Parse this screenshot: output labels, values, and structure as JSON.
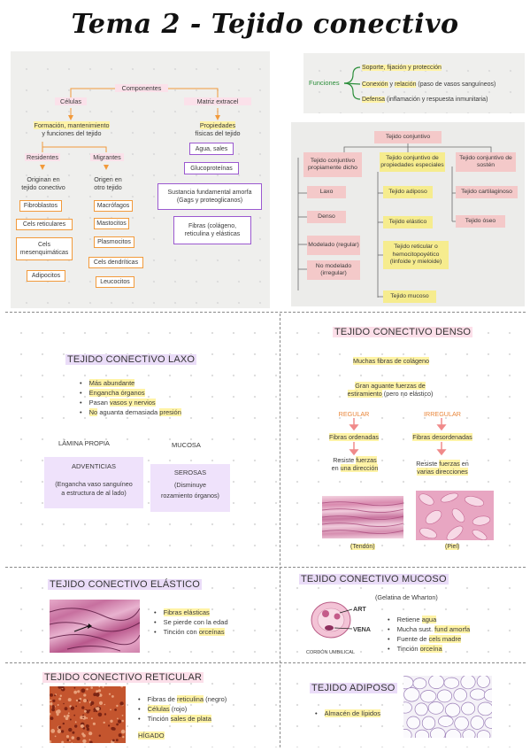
{
  "title": "Tema 2 - Tejido conectivo",
  "tree": {
    "componentes": "Componentes",
    "celulas": "Células",
    "matriz": "Matriz extracel",
    "formacion_1": "Formación, mantenimiento",
    "formacion_2": "y funciones del tejido",
    "propiedades_1": "Propiedades",
    "propiedades_2": "físicas del tejido",
    "residentes": "Residentes",
    "migrantes": "Migrantes",
    "residentes_origen_1": "Originan en",
    "residentes_origen_2": "tejido conectivo",
    "migrantes_origen_1": "Origen en",
    "migrantes_origen_2": "otro tejido",
    "fibroblastos": "Fibroblastos",
    "cels_reticulares": "Cels reticulares",
    "cels_mesenquimaticas_1": "Cels",
    "cels_mesenquimaticas_2": "mesenquimáticas",
    "adipocitos": "Adipocitos",
    "macrofagos": "Macrófagos",
    "mastocitos": "Mastocitos",
    "plasmocitos": "Plasmocitos",
    "cels_dendriticas": "Cels dendríticas",
    "leucocitos": "Leucocitos",
    "agua_sales": "Agua, sales",
    "glucoproteinas": "Glucoproteínas",
    "sustancia_1": "Sustancia fundamental amorfa",
    "sustancia_2": "(Gags y proteoglicanos)",
    "fibras_1": "Fibras (colágeno,",
    "fibras_2": "reticulina y elásticas"
  },
  "funciones": {
    "label": "Funciones",
    "items": [
      {
        "key": "Soporte",
        "rest": ", fijación y protección",
        "extra": ""
      },
      {
        "key": "Conexión",
        "rest": " y ",
        "key2": "relación",
        "extra": " (paso de vasos sanguíneos)"
      },
      {
        "key": "Defensa",
        "rest": " (inflamación y respuesta inmunitaria)",
        "extra": ""
      }
    ]
  },
  "clasificacion": {
    "root": "Tejido conjuntivo",
    "propio": "Tejido conjuntivo propiamente dicho",
    "especiales": "Tejido conjuntivo de propiedades especiales",
    "sosten": "Tejido conjuntivo de sostén",
    "laxo": "Laxo",
    "denso": "Denso",
    "modelado": "Modelado (regular)",
    "no_modelado": "No modelado (irregular)",
    "adiposo": "Tejido adiposo",
    "elastico": "Tejido elástico",
    "reticular": "Tejido reticular o hemocitopoyético (linfoide y mieloide)",
    "mucoso": "Tejido mucoso",
    "cartilaginoso": "Tejido cartilaginoso",
    "oseo": "Tejido óseo"
  },
  "laxo": {
    "title": "TEJIDO CONECTIVO LAXO",
    "bullets": [
      {
        "pre": "",
        "hl": "Más abundante",
        "post": ""
      },
      {
        "pre": "",
        "hl": "Engancha órganos",
        "post": ""
      },
      {
        "pre": "Pasan ",
        "hl": "vasos y nervios",
        "post": ""
      },
      {
        "pre": "",
        "hl": "No",
        "post": " aguanta demasiada ",
        "hl2": "presión"
      }
    ],
    "lamina": "LÁMINA PROPIA",
    "mucosa": "MUCOSA",
    "adventicias": "ADVENTICIAS",
    "adventicias_desc_1": "(Engancha vaso sanguíneo",
    "adventicias_desc_2": "a estructura de al lado)",
    "serosas": "SEROSAS",
    "serosas_desc_1": "(Disminuye",
    "serosas_desc_2": "rozamiento órganos)"
  },
  "denso": {
    "title": "TEJIDO CONECTIVO DENSO",
    "fibras": "Muchas fibras de colágeno",
    "aguante_1": "Gran aguante fuerzas de",
    "aguante_2": "estiramiento",
    "aguante_3": " (pero no elástico)",
    "regular": "REGULAR",
    "irregular": "IRREGULAR",
    "fibras_ordenadas": "Fibras ordenadas",
    "fibras_desordenadas": "Fibras desordenadas",
    "resiste_1a": "Resiste ",
    "resiste_1b": "fuerzas",
    "resiste_1c": "en ",
    "resiste_1d": "una dirección",
    "resiste_2a": "Resiste ",
    "resiste_2b": "fuerzas",
    "resiste_2c": " en",
    "resiste_2d": "varias direcciones",
    "tendon": "(Tendón)",
    "piel": "(Piel)"
  },
  "elastico": {
    "title": "TEJIDO CONECTIVO ELÁSTICO",
    "bullets": [
      {
        "pre": "",
        "hl": "Fibras elásticas",
        "post": ""
      },
      {
        "pre": "Se pierde con la edad",
        "hl": "",
        "post": ""
      },
      {
        "pre": "Tinción con ",
        "hl": "orceínas",
        "post": ""
      }
    ]
  },
  "mucoso": {
    "title": "TEJIDO CONECTIVO MUCOSO",
    "sub": "(Gelatina de Wharton)",
    "art": "ART",
    "vena": "VENA",
    "cordon": "CORDÓN UMBILICAL",
    "bullets": [
      {
        "pre": "Retiene ",
        "hl": "agua",
        "post": ""
      },
      {
        "pre": "Mucha sust. ",
        "hl": "fund amorfa",
        "post": ""
      },
      {
        "pre": "Fuente de ",
        "hl": "cels madre",
        "post": ""
      },
      {
        "pre": "Tinción ",
        "hl": "orceína",
        "post": ""
      }
    ]
  },
  "reticular": {
    "title": "TEJIDO CONECTIVO RETICULAR",
    "bullets": [
      {
        "pre": "Fibras de ",
        "hl": "reticulina",
        "post": " (negro)"
      },
      {
        "pre": "",
        "hl": "Células",
        "post": " (rojo)"
      },
      {
        "pre": "Tinción ",
        "hl": "sales de plata",
        "post": ""
      }
    ],
    "higado": "HÍGADO"
  },
  "adiposo": {
    "title": "TEJIDO ADIPOSO",
    "bullets": [
      {
        "pre": "",
        "hl": "Almacén de lípidos",
        "post": ""
      }
    ]
  },
  "colors": {
    "orange": "#f29a3b",
    "purple": "#9b59d0",
    "yellow_hl": "#fff3a6",
    "pink_hl": "#fbe1ea",
    "green": "#2b8e3a",
    "pink_box": "#f4c9c9",
    "yellow_box": "#f6ec8e"
  }
}
